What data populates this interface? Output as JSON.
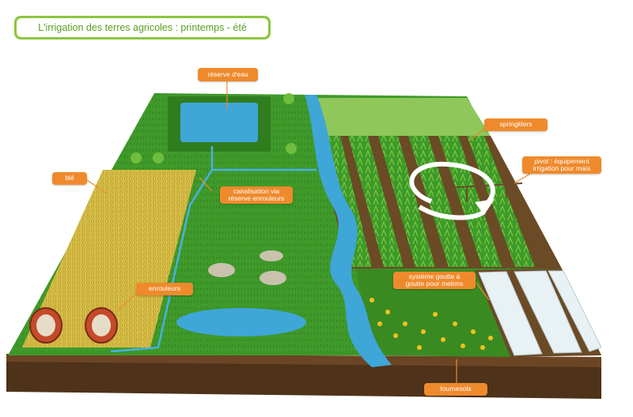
{
  "title": "L'irrigation des terres agricoles : printemps - été",
  "labels": {
    "reserve": "réserve d'eau",
    "springklers": "springklers",
    "pivot": "pivot : équipement\nirrigation pour maïs",
    "ble": "blé",
    "canalisation": "canalisation via\nréserve enrouleurs",
    "enrouleurs": "enrouleurs",
    "goutte": "système goutte à\ngoutte pour melons",
    "tournesols": "tournesols"
  },
  "colors": {
    "accent_green": "#8cc63f",
    "title_text": "#5a9e1e",
    "label_orange": "#ef8a2c",
    "grass": "#3f9a2a",
    "water": "#3fa6d8",
    "soil": "#5a3a1e",
    "wheat": "#d8c04a"
  },
  "icons": [
    "rotation-arrow-icon"
  ]
}
